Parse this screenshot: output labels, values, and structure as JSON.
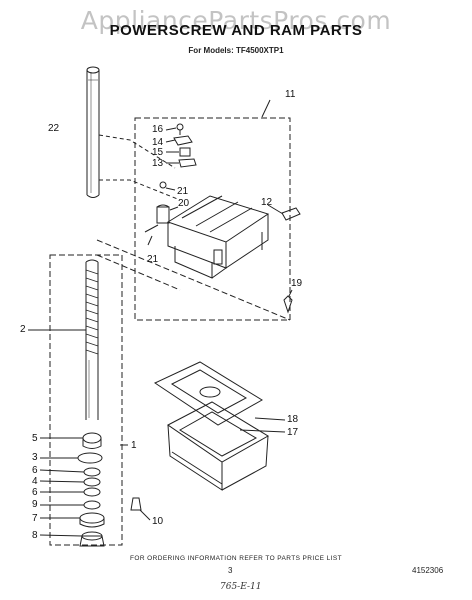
{
  "watermark": "AppliancePartsPros.com",
  "header": {
    "title": "POWERSCREW AND RAM PARTS",
    "models": "For Models:  TF4500XTP1"
  },
  "callouts": {
    "c11": "11",
    "c22": "22",
    "c16": "16",
    "c14": "14",
    "c15": "15",
    "c13": "13",
    "c21a": "21",
    "c20": "20",
    "c12": "12",
    "c21b": "21",
    "c19": "19",
    "c2": "2",
    "c18": "18",
    "c17": "17",
    "c5": "5",
    "c1": "1",
    "c3": "3",
    "c6a": "6",
    "c4": "4",
    "c6b": "6",
    "c9": "9",
    "c10": "10",
    "c7": "7",
    "c8": "8"
  },
  "footer": {
    "ordering_note": "FOR ORDERING INFORMATION REFER TO PARTS PRICE LIST",
    "page_number": "3",
    "part_number": "4152306",
    "handwritten": "765-E-11"
  }
}
